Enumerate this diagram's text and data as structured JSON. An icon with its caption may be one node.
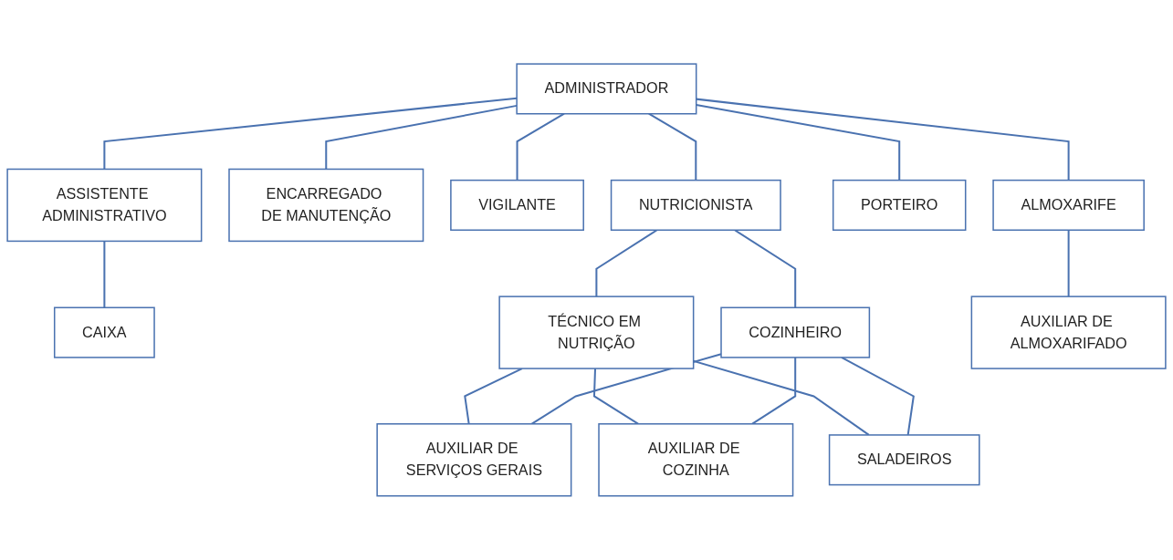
{
  "diagram": {
    "nodes": [
      {
        "text": [
          "ADMINISTRADOR"
        ]
      },
      {
        "text": [
          "ASSISTENTE ADMINISTRATIVO"
        ]
      },
      {
        "text": [
          "ENCARREGADO DE MANUTENÇÃO"
        ]
      },
      {
        "text": [
          "VIGILANTE"
        ]
      },
      {
        "text": [
          "NUTRICIONISTA"
        ]
      },
      {
        "text": [
          "PORTEIRO"
        ]
      },
      {
        "text": [
          "ALMOXARIFE"
        ]
      },
      {
        "text": [
          "CAIXA"
        ]
      },
      {
        "text": [
          "TÉCNICO EM NUTRIÇÃO"
        ]
      },
      {
        "text": [
          "COZINHEIRO"
        ]
      },
      {
        "text": [
          "AUXILIAR DE ALMOXARIFADO"
        ]
      },
      {
        "text": [
          "AUXILIAR DE SERVIÇOS GERAIS"
        ]
      },
      {
        "text": [
          "AUXILIAR DE COZINHA"
        ]
      },
      {
        "text": [
          "SALADEIROS"
        ]
      }
    ],
    "edges": [
      {
        "from": 0,
        "to": 1,
        "arrow": "none"
      },
      {
        "from": 0,
        "to": 2,
        "arrow": "none"
      },
      {
        "from": 0,
        "to": 3,
        "arrow": "none"
      },
      {
        "from": 0,
        "to": 4,
        "arrow": "none"
      },
      {
        "from": 0,
        "to": 5,
        "arrow": "none"
      },
      {
        "from": 0,
        "to": 6,
        "arrow": "none"
      },
      {
        "from": 1,
        "to": 7,
        "arrow": "none"
      },
      {
        "from": 4,
        "to": 8,
        "arrow": "none"
      },
      {
        "from": 4,
        "to": 9,
        "arrow": "none"
      },
      {
        "from": 6,
        "to": 10,
        "arrow": "none"
      },
      {
        "from": 8,
        "to": 11,
        "arrow": "none"
      },
      {
        "from": 8,
        "to": 12,
        "arrow": "none"
      },
      {
        "from": 8,
        "to": 13,
        "arrow": "none"
      },
      {
        "from": 9,
        "to": 11,
        "arrow": "none"
      },
      {
        "from": 9,
        "to": 12,
        "arrow": "none"
      },
      {
        "from": 9,
        "to": 13,
        "arrow": "none"
      }
    ]
  }
}
